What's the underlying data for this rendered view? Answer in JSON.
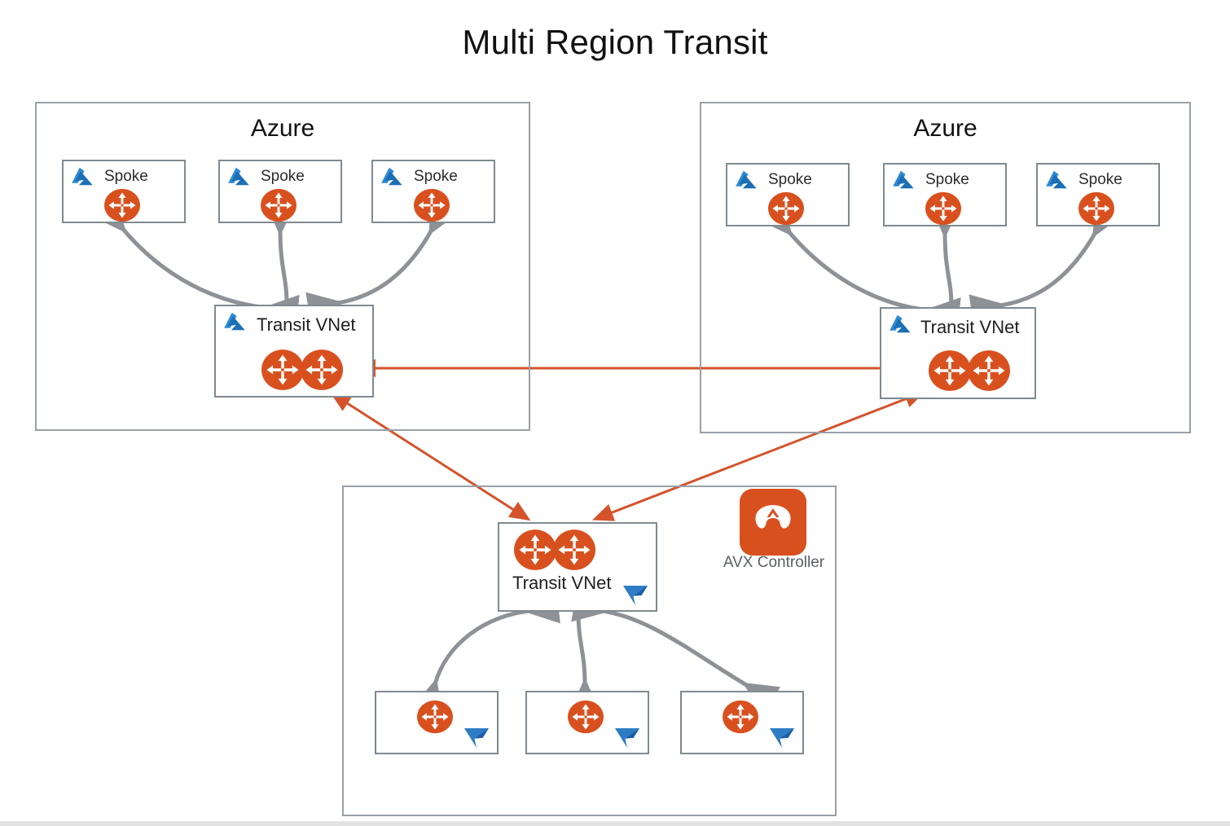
{
  "page": {
    "title": "Multi Region Transit",
    "background": "#ffffff"
  },
  "colors": {
    "router_orange": "#D9501F",
    "azure_blue": "#2E8BD6",
    "azure_blue_dark": "#1B6FB5",
    "aviatrix_orange": "#D9501F",
    "vee_blue": "#2E7CC4",
    "vee_blue_dark": "#1A5FA8",
    "box_border": "#808a90",
    "region_border": "#9aa0a6",
    "gray_arrow": "#8e9296",
    "red_arrow": "#D4532B",
    "text_dark": "#111111",
    "text_muted": "#5a6066"
  },
  "regions": [
    {
      "id": "azure-left",
      "label": "Azure",
      "spokes": [
        {
          "label": "Spoke",
          "logo": "azure-logo",
          "router": "router-icon"
        },
        {
          "label": "Spoke",
          "logo": "azure-logo",
          "router": "router-icon"
        },
        {
          "label": "Spoke",
          "logo": "azure-logo",
          "router": "router-icon"
        }
      ],
      "transit": {
        "label": "Transit VNet",
        "logo": "azure-logo",
        "routers": 2
      }
    },
    {
      "id": "azure-right",
      "label": "Azure",
      "spokes": [
        {
          "label": "Spoke",
          "logo": "azure-logo",
          "router": "router-icon"
        },
        {
          "label": "Spoke",
          "logo": "azure-logo",
          "router": "router-icon"
        },
        {
          "label": "Spoke",
          "logo": "azure-logo",
          "router": "router-icon"
        }
      ],
      "transit": {
        "label": "Transit VNet",
        "logo": "azure-logo",
        "routers": 2
      }
    },
    {
      "id": "bottom-cloud",
      "label": "",
      "spokes": [
        {
          "label": "",
          "logo": "vee-logo",
          "router": "router-icon"
        },
        {
          "label": "",
          "logo": "vee-logo",
          "router": "router-icon"
        },
        {
          "label": "",
          "logo": "vee-logo",
          "router": "router-icon"
        }
      ],
      "transit": {
        "label": "Transit VNet",
        "logo": "vee-logo",
        "routers": 2
      },
      "controller": {
        "label": "AVX Controller",
        "icon": "aviatrix-logo-icon"
      }
    }
  ],
  "labels": {
    "azure_left": "Azure",
    "azure_right": "Azure",
    "spoke": "Spoke",
    "transit_vnet": "Transit VNet",
    "avx_controller": "AVX Controller"
  },
  "connections": {
    "intra_region": "double-headed-curved-gray",
    "inter_region": "double-headed-straight-red",
    "links": [
      {
        "from": "azure-left.transit",
        "to": "azure-right.transit",
        "style": "red",
        "bidirectional": true
      },
      {
        "from": "azure-left.transit",
        "to": "bottom-cloud.transit",
        "style": "red",
        "bidirectional": true
      },
      {
        "from": "azure-right.transit",
        "to": "bottom-cloud.transit",
        "style": "red",
        "bidirectional": true
      }
    ]
  }
}
